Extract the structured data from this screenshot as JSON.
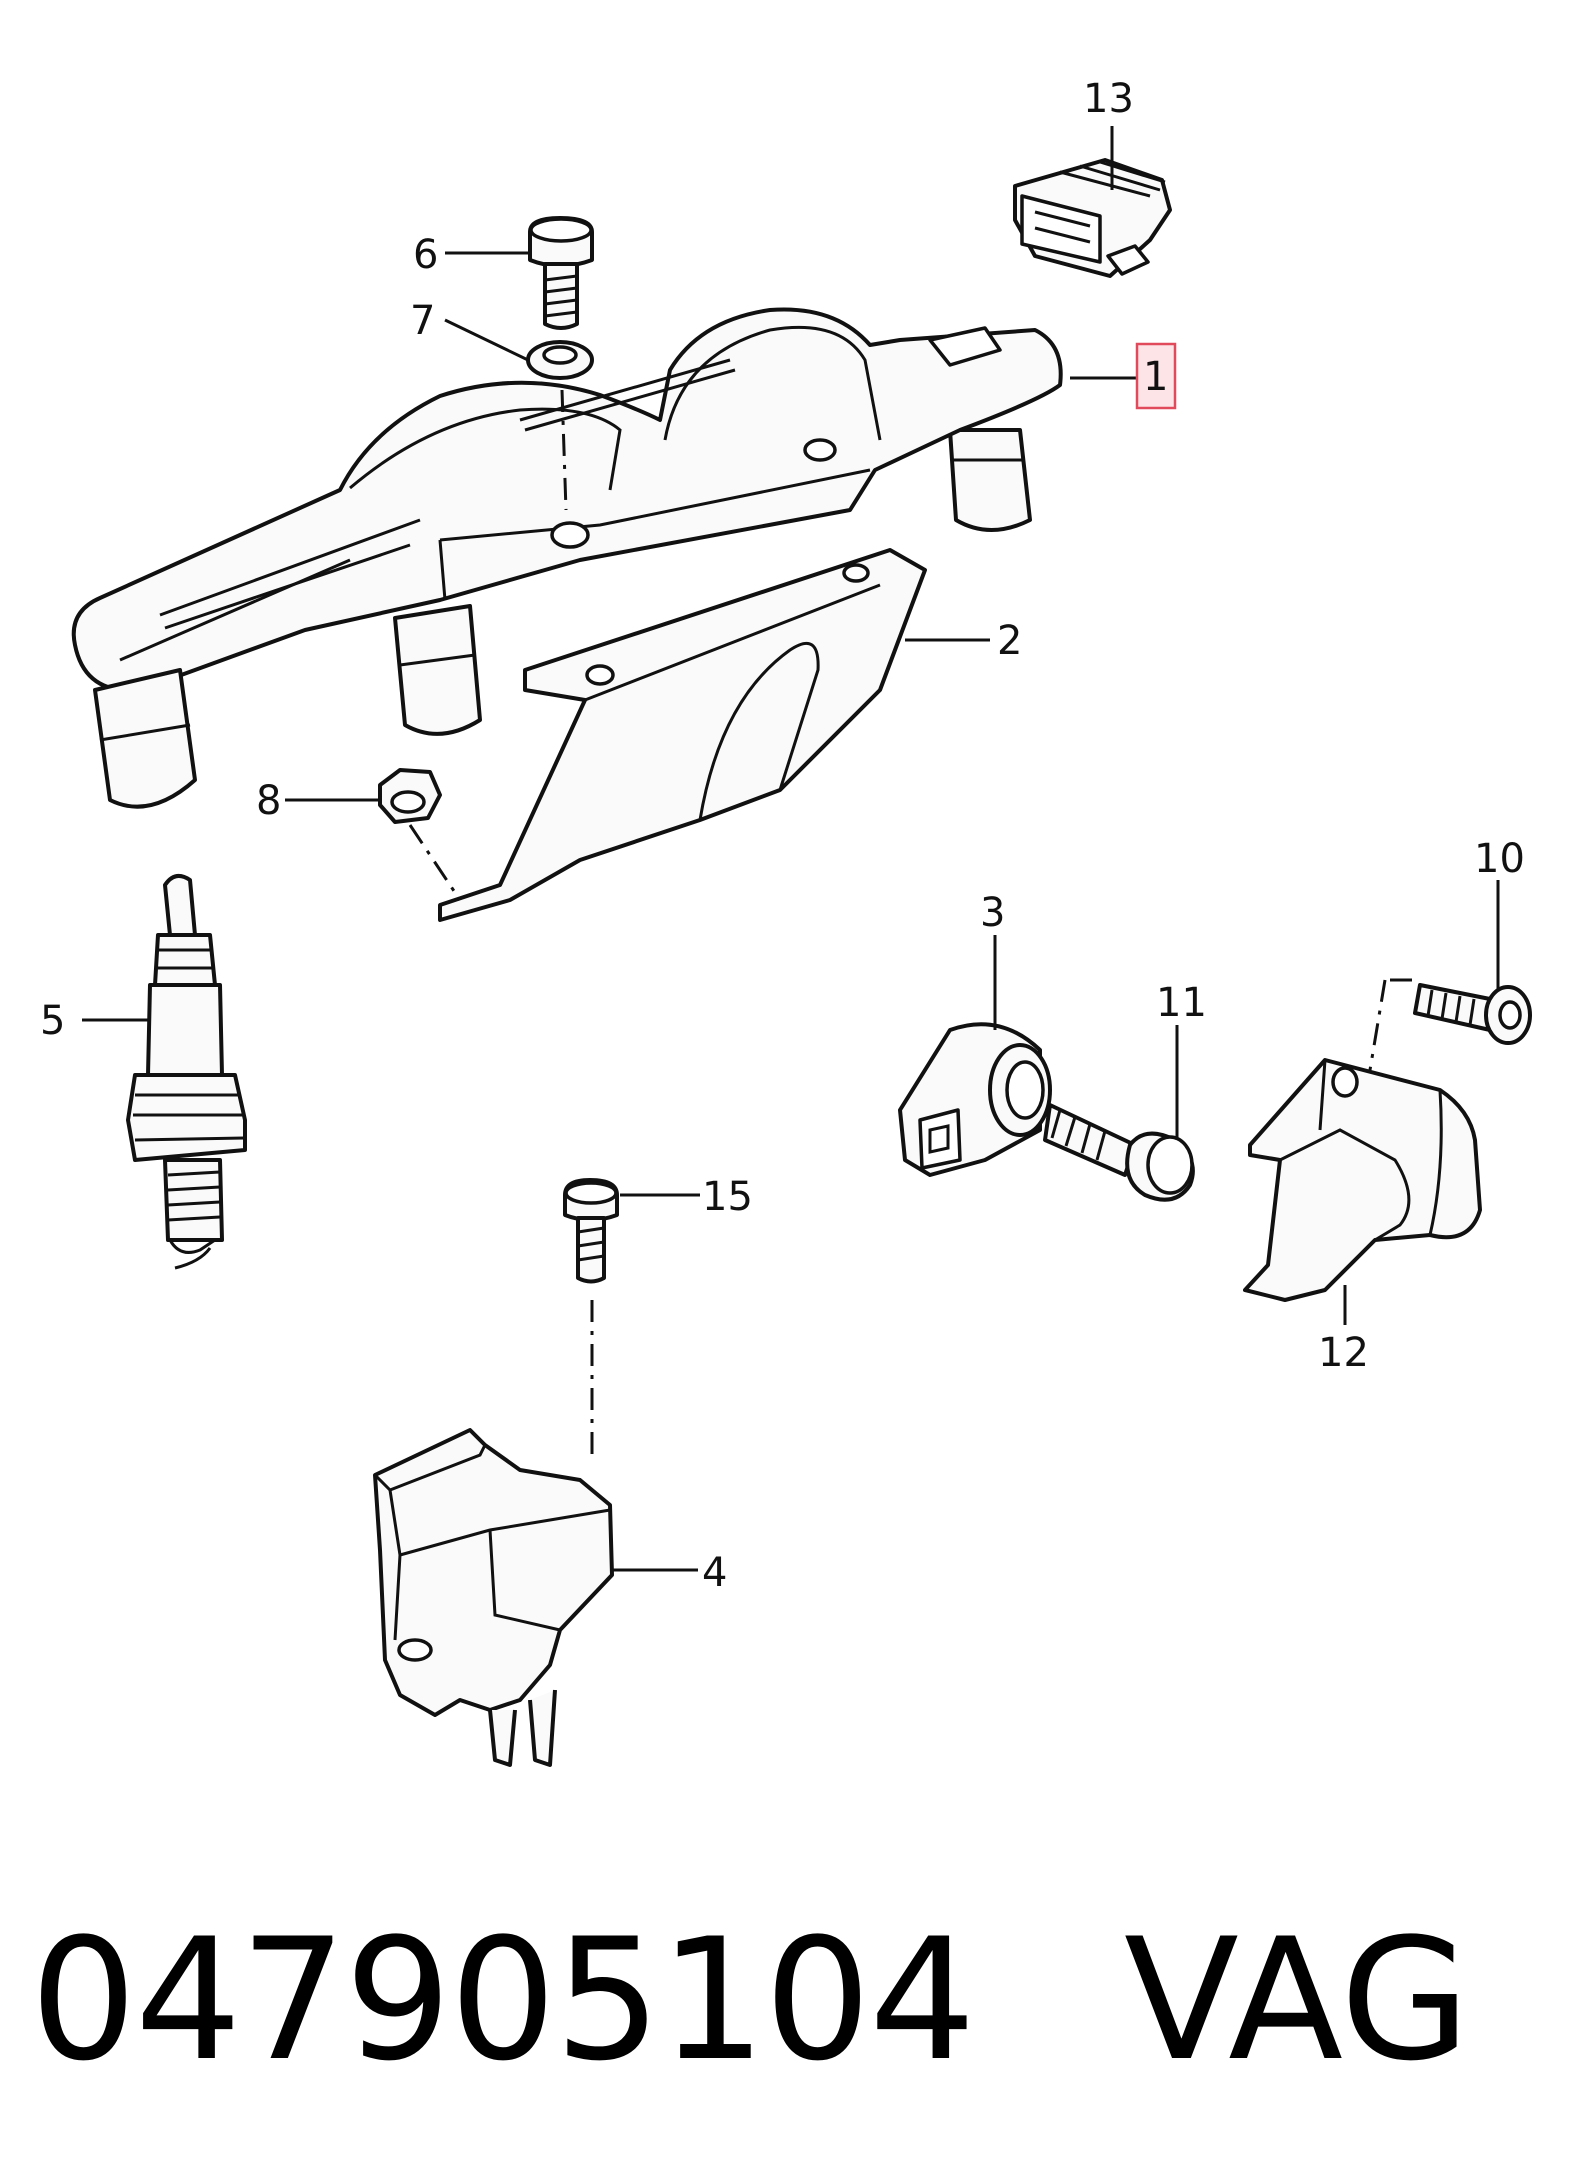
{
  "callouts": {
    "c1": "1",
    "c2": "2",
    "c3": "3",
    "c4": "4",
    "c5": "5",
    "c6": "6",
    "c7": "7",
    "c8": "8",
    "c10": "10",
    "c11": "11",
    "c12": "12",
    "c13": "13",
    "c15": "15"
  },
  "highlight": {
    "callout": "1",
    "fill": "#fde4e7",
    "stroke": "#e04a5a"
  },
  "caption": {
    "part_number": "047905104",
    "brand": "VAG"
  }
}
